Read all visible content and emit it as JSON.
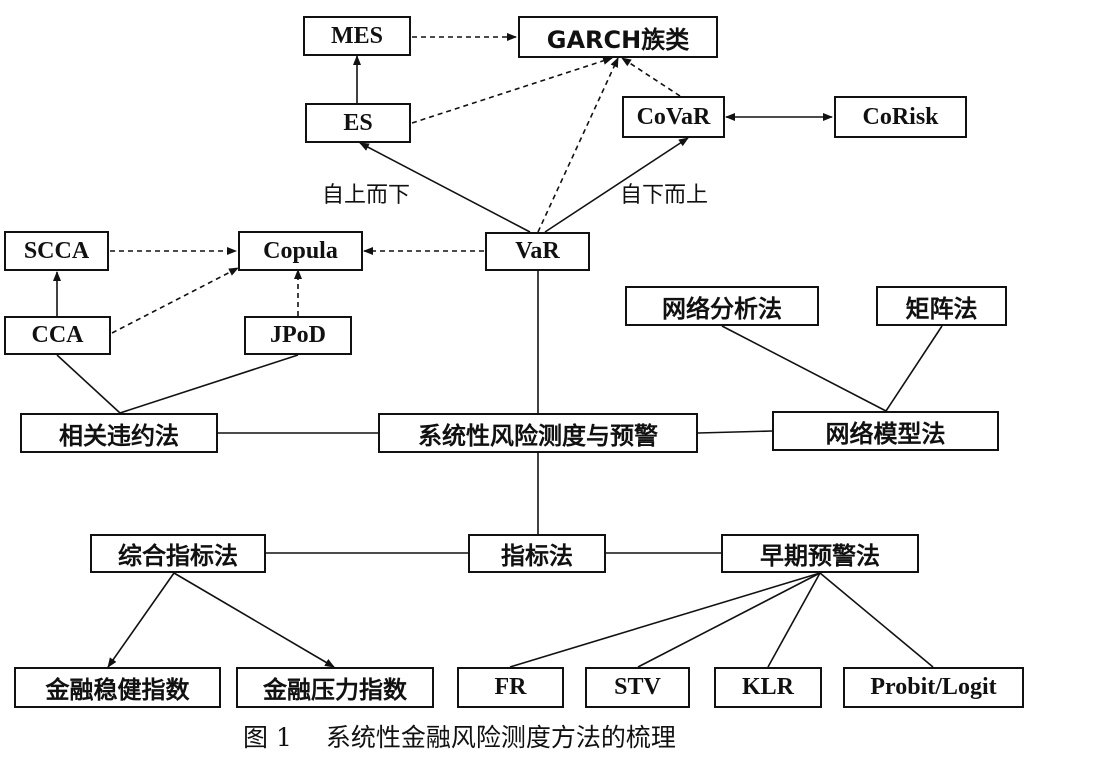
{
  "nodes": {
    "mes": "MES",
    "garch": "GARCH族类",
    "es": "ES",
    "covar": "CoVaR",
    "corisk": "CoRisk",
    "scca": "SCCA",
    "copula": "Copula",
    "var": "VaR",
    "cca": "CCA",
    "jpod": "JPoD",
    "network_analysis": "网络分析法",
    "matrix": "矩阵法",
    "corr_default": "相关违约法",
    "center": "系统性风险测度与预警",
    "network_model": "网络模型法",
    "composite_index": "综合指标法",
    "indicator": "指标法",
    "early_warning": "早期预警法",
    "fin_stability": "金融稳健指数",
    "fin_stress": "金融压力指数",
    "fr": "FR",
    "stv": "STV",
    "klr": "KLR",
    "probit": "Probit/Logit"
  },
  "edge_labels": {
    "top_down": "自上而下",
    "bottom_up": "自下而上"
  },
  "caption": {
    "number": "图 1",
    "text": "系统性金融风险测度方法的梳理"
  }
}
